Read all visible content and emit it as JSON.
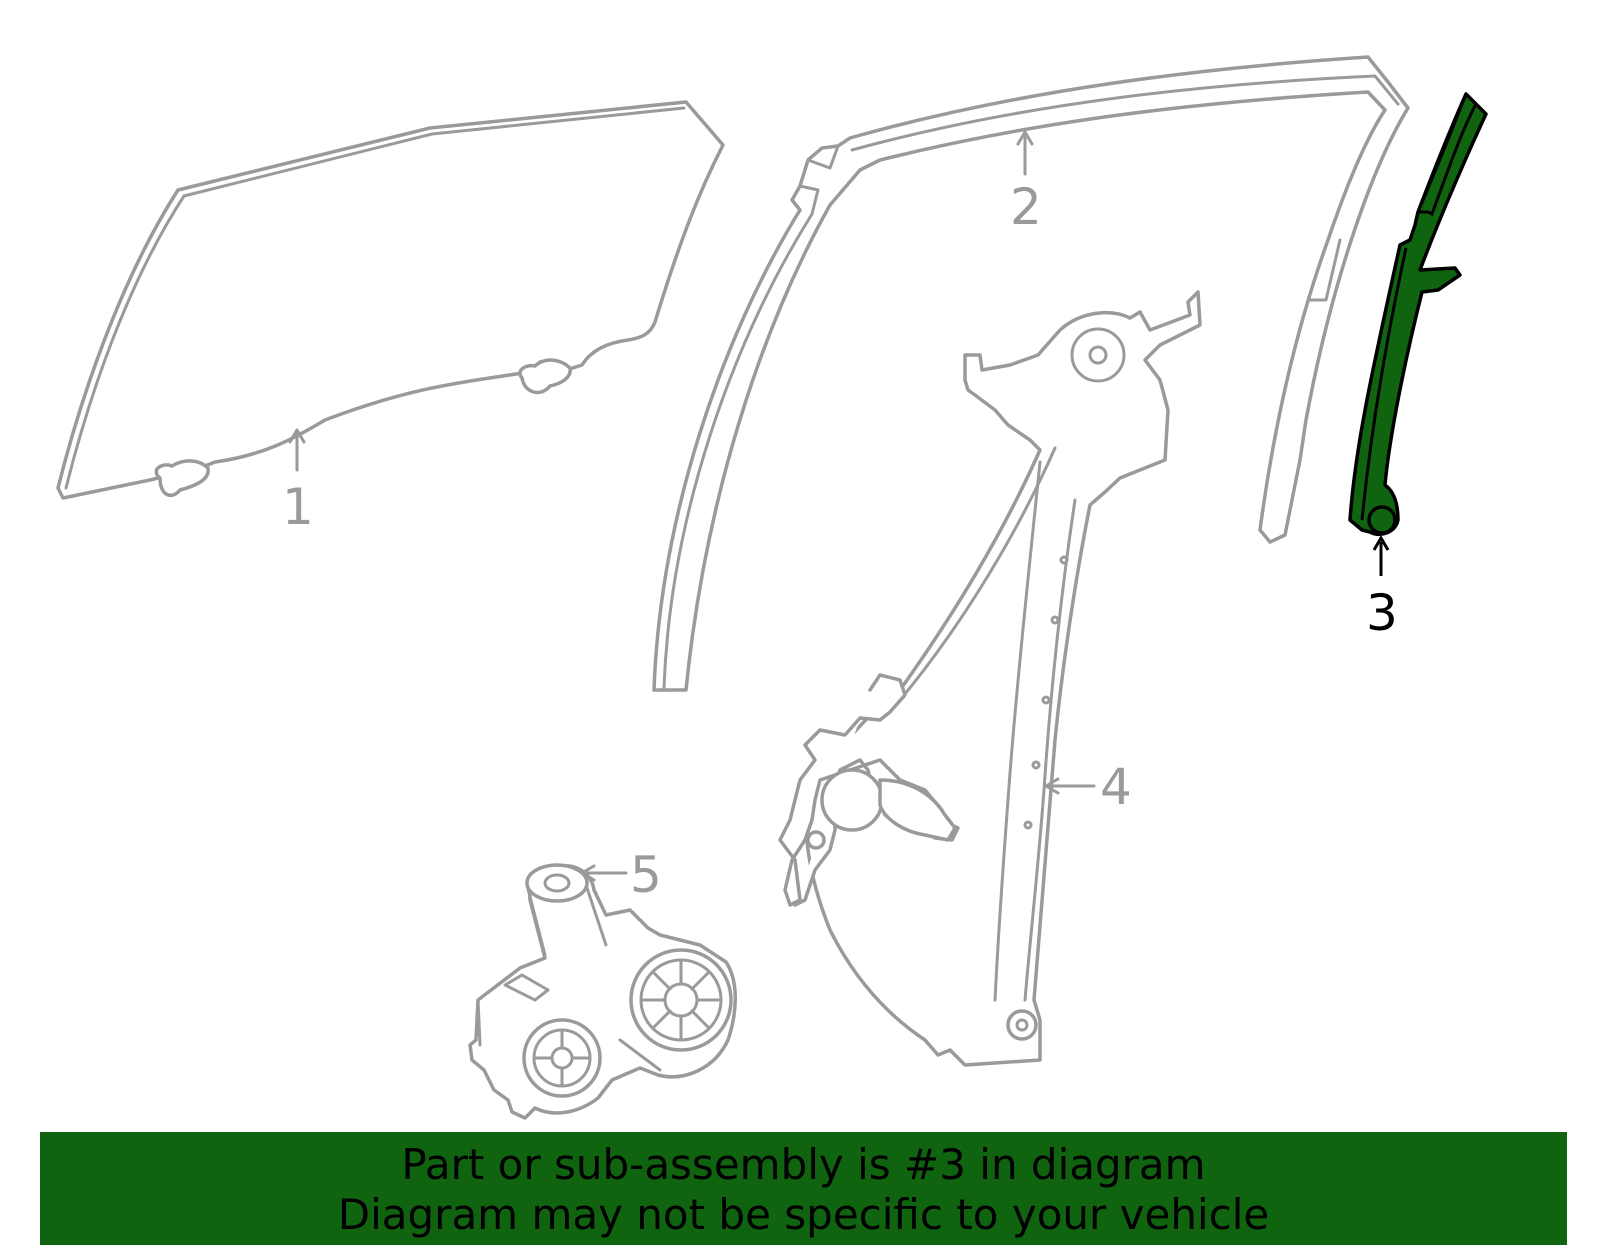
{
  "diagram": {
    "highlight_color": "#106410",
    "outline_color": "#9a9a9a",
    "callouts": [
      {
        "number": "1",
        "part": "door-glass"
      },
      {
        "number": "2",
        "part": "glass-run-channel"
      },
      {
        "number": "3",
        "part": "rear-guide-channel",
        "highlighted": true
      },
      {
        "number": "4",
        "part": "window-regulator"
      },
      {
        "number": "5",
        "part": "regulator-motor"
      }
    ]
  },
  "banner": {
    "line1": "Part or sub-assembly is #3 in diagram",
    "line2": "Diagram may not be specific to your vehicle"
  }
}
